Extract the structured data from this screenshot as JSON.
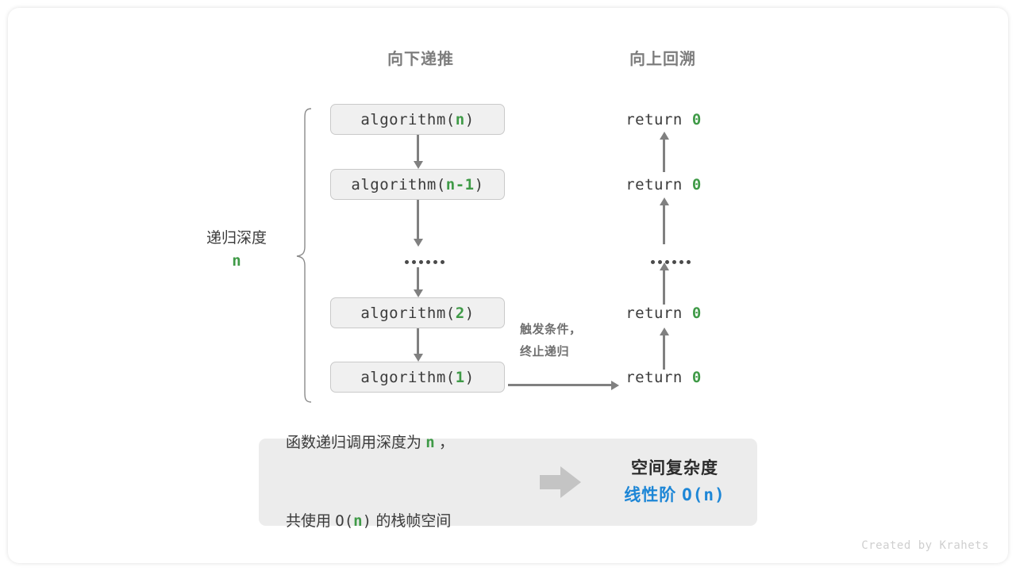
{
  "headers": {
    "down": "向下递推",
    "up": "向上回溯"
  },
  "depth": {
    "label": "递归深度",
    "value": "n"
  },
  "calls": [
    {
      "name": "algorithm(",
      "arg": "n",
      "close": ")"
    },
    {
      "name": "algorithm(",
      "arg": "n-1",
      "close": ")"
    },
    {
      "name": "algorithm(",
      "arg": "2",
      "close": ")"
    },
    {
      "name": "algorithm(",
      "arg": "1",
      "close": ")"
    }
  ],
  "returns": [
    {
      "keyword": "return ",
      "value": "0"
    },
    {
      "keyword": "return ",
      "value": "0"
    },
    {
      "keyword": "return ",
      "value": "0"
    },
    {
      "keyword": "return ",
      "value": "0"
    }
  ],
  "ellipsis": "••••••",
  "terminate_note": {
    "line1": "触发条件，",
    "line2": "终止递归"
  },
  "summary": {
    "left_line1_a": "函数递归调用深度为 ",
    "left_line1_n": "n",
    "left_line1_b": " ，",
    "left_line2_a": "共使用 ",
    "left_line2_o": "O(",
    "left_line2_n": "n",
    "left_line2_c": ")",
    "left_line2_b": " 的栈帧空间",
    "arrow_icon": "right-arrow-icon",
    "right_title": "空间复杂度",
    "right_value_label": "线性阶 ",
    "right_value_expr": "O(n)"
  },
  "credit": "Created by Krahets",
  "colors": {
    "accent_green": "#3f9a47",
    "accent_blue": "#1d86d6",
    "box_fill": "#f0f0f0",
    "box_border": "#c9c9c9",
    "panel_fill": "#ececec",
    "arrow_gray": "#808080",
    "header_gray": "#7d7d7d"
  }
}
